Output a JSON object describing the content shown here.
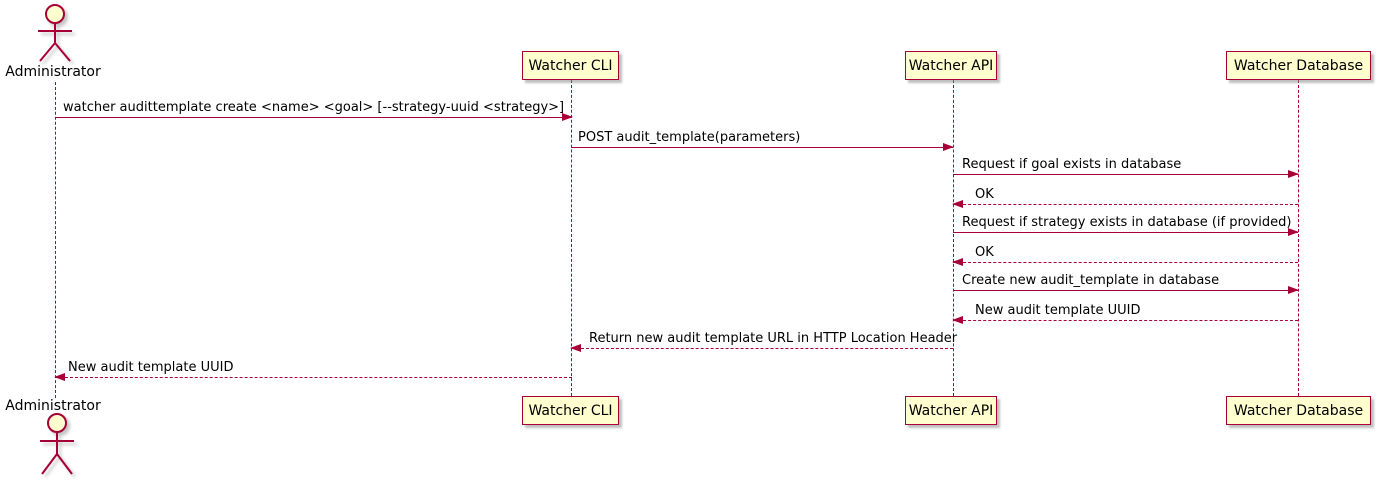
{
  "diagram": {
    "type": "sequence",
    "colors": {
      "participant_fill": "#FEFECE",
      "participant_border": "#A80036",
      "arrow": "#A80036",
      "text": "#000000",
      "background": "#FFFFFF"
    },
    "participants": {
      "administrator": {
        "label": "Administrator",
        "kind": "actor"
      },
      "watcher_cli": {
        "label": "Watcher CLI",
        "kind": "participant"
      },
      "watcher_api": {
        "label": "Watcher API",
        "kind": "participant"
      },
      "watcher_db": {
        "label": "Watcher Database",
        "kind": "participant"
      }
    },
    "messages": [
      {
        "from": "administrator",
        "to": "watcher_cli",
        "line": "solid",
        "direction": "right",
        "label": "watcher audittemplate create <name> <goal> [--strategy-uuid <strategy>]"
      },
      {
        "from": "watcher_cli",
        "to": "watcher_api",
        "line": "solid",
        "direction": "right",
        "label": "POST audit_template(parameters)"
      },
      {
        "from": "watcher_api",
        "to": "watcher_db",
        "line": "solid",
        "direction": "right",
        "label": "Request if goal exists in database"
      },
      {
        "from": "watcher_db",
        "to": "watcher_api",
        "line": "dashed",
        "direction": "left",
        "label": "OK"
      },
      {
        "from": "watcher_api",
        "to": "watcher_db",
        "line": "solid",
        "direction": "right",
        "label": "Request if strategy exists in database (if provided)"
      },
      {
        "from": "watcher_db",
        "to": "watcher_api",
        "line": "dashed",
        "direction": "left",
        "label": "OK"
      },
      {
        "from": "watcher_api",
        "to": "watcher_db",
        "line": "solid",
        "direction": "right",
        "label": "Create new audit_template in database"
      },
      {
        "from": "watcher_db",
        "to": "watcher_api",
        "line": "dashed",
        "direction": "left",
        "label": "New audit template UUID"
      },
      {
        "from": "watcher_api",
        "to": "watcher_cli",
        "line": "dashed",
        "direction": "left",
        "label": "Return new audit template URL in HTTP Location Header"
      },
      {
        "from": "watcher_cli",
        "to": "administrator",
        "line": "dashed",
        "direction": "left",
        "label": "New audit template UUID"
      }
    ]
  }
}
